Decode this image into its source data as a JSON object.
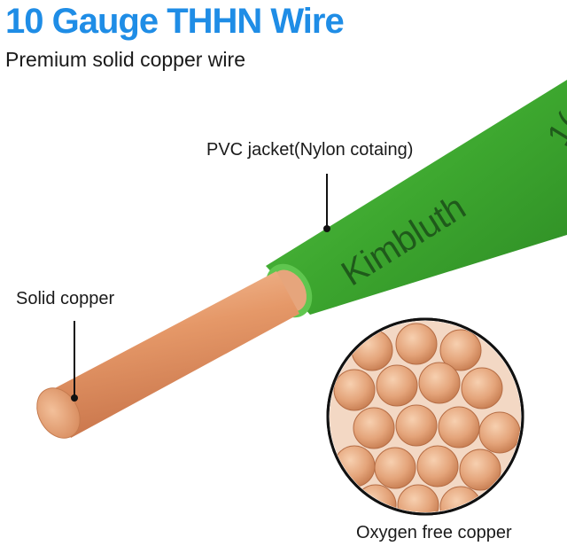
{
  "heading": {
    "title": "10 Gauge THHN Wire",
    "subtitle": "Premium solid copper wire"
  },
  "labels": {
    "jacket": "PVC jacket(Nylon cotaing)",
    "copper": "Solid copper",
    "oxygen": "Oxygen free copper"
  },
  "wire_print": {
    "brand": "Kimbluth",
    "number": "1("
  },
  "colors": {
    "title_blue": "#1f8de6",
    "jacket_green": "#3fae32",
    "copper": "#e89a6e"
  }
}
